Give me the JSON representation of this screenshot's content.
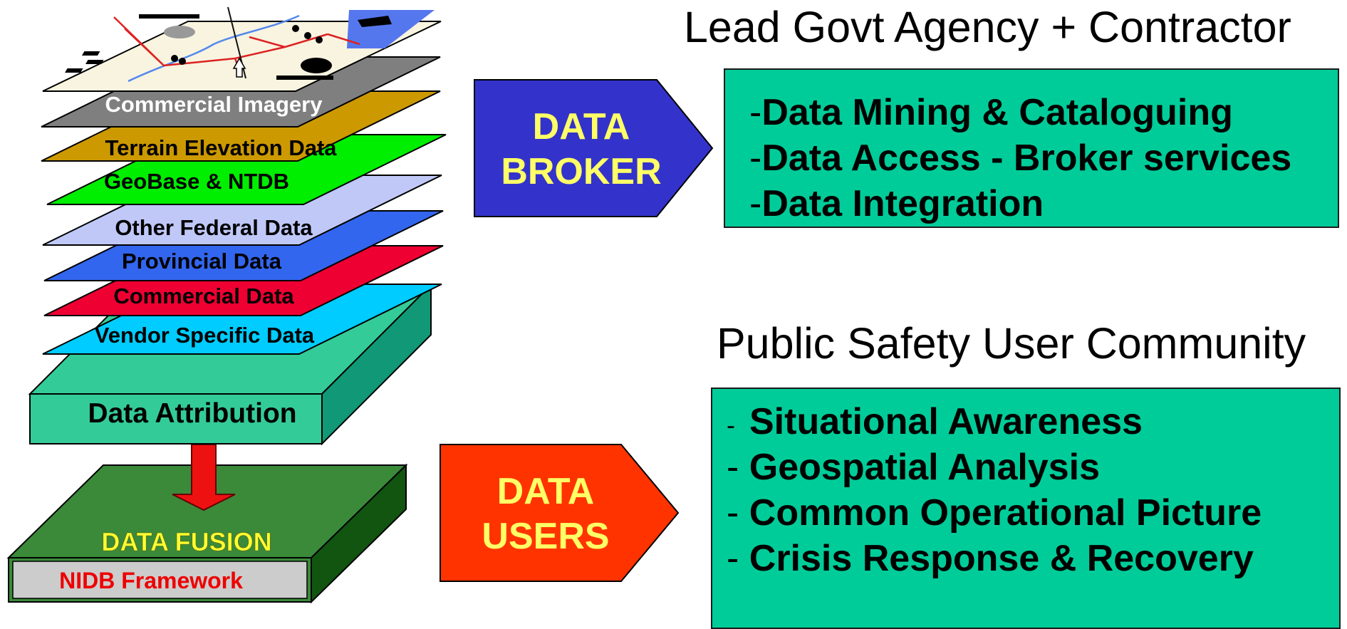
{
  "layers": [
    {
      "label": "Commercial Imagery",
      "fill": "#7f7f7f",
      "text_color": "#ffffff"
    },
    {
      "label": "Terrain Elevation Data",
      "fill": "#cc9900",
      "text_color": "#000000"
    },
    {
      "label": "GeoBase & NTDB",
      "fill": "#00ee00",
      "text_color": "#000000"
    },
    {
      "label": "Other Federal Data",
      "fill": "#c0c8f8",
      "text_color": "#000000"
    },
    {
      "label": "Provincial Data",
      "fill": "#3366ee",
      "text_color": "#000000"
    },
    {
      "label": "Commercial Data",
      "fill": "#ee0033",
      "text_color": "#000000"
    },
    {
      "label": "Vendor Specific Data",
      "fill": "#00ccff",
      "text_color": "#000000"
    }
  ],
  "attribution": {
    "label": "Data Attribution"
  },
  "fusion": {
    "label": "DATA FUSION",
    "framework": "NIDB Framework"
  },
  "broker": {
    "line1": "DATA",
    "line2": "BROKER",
    "color": "#3333cc"
  },
  "users": {
    "line1": "DATA",
    "line2": "USERS",
    "color": "#ff3300"
  },
  "top_section": {
    "heading": "Lead Govt Agency + Contractor",
    "items": [
      "Data Mining & Cataloguing",
      "Data Access - Broker services",
      "Data Integration"
    ]
  },
  "bottom_section": {
    "heading": "Public Safety User Community",
    "items": [
      "Situational Awareness",
      "Geospatial Analysis",
      "Common Operational Picture",
      "Crisis Response & Recovery"
    ]
  },
  "colors": {
    "panel": "#00cc99",
    "text_yellow": "#ffff66",
    "fusion_text": "#ffff33",
    "framework_text": "#ee0000"
  }
}
